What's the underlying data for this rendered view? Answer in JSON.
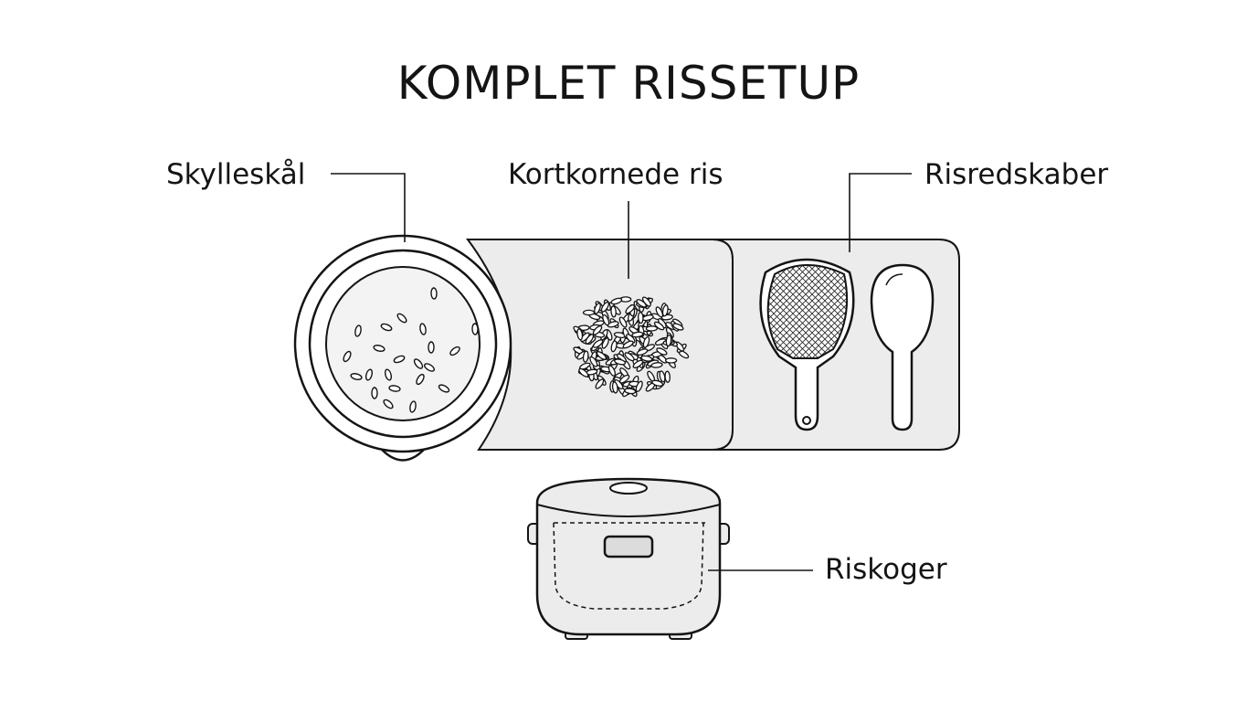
{
  "title": "KOMPLET RISSETUP",
  "labels": {
    "bowl": "Skylleskål",
    "rice": "Kortkornede ris",
    "tools": "Risredskaber",
    "cooker": "Riskoger"
  },
  "colors": {
    "ink": "#141414",
    "panel": "#ececec",
    "bowl_inner": "#f3f3f3",
    "window": "#dcdcdc"
  },
  "icons": [
    "rinse-bowl-icon",
    "rice-pile-icon",
    "rice-paddle-icon",
    "rice-spatula-icon",
    "rice-cooker-icon"
  ]
}
